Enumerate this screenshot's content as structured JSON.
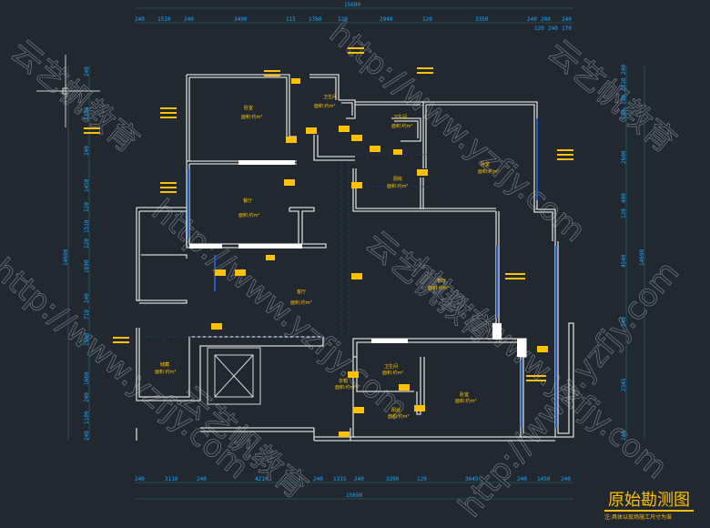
{
  "title": "原始勘测图",
  "subtitle": "注:具体以现场施工尺寸为准",
  "watermarks": [
    "http://www.yzfjy.com",
    "云艺帆教育"
  ],
  "dimensions": {
    "top_total": "15690",
    "top": [
      "240",
      "1510",
      "240",
      "3490",
      "115",
      "1760",
      "120",
      "2940",
      "120",
      "3350",
      "240",
      "120",
      "200",
      "240",
      "240",
      "170"
    ],
    "bottom_total": "15690",
    "bottom": [
      "240",
      "3110",
      "240",
      "4210",
      "240",
      "1315",
      "240",
      "3290",
      "120",
      "3645",
      "240",
      "1450",
      "240"
    ],
    "left_total": "14690",
    "left": [
      "240",
      "2130",
      "240",
      "1450",
      "120",
      "1510",
      "120",
      "1690",
      "240",
      "710",
      "1500",
      "1660",
      "240",
      "1100",
      "240"
    ],
    "right_total": "14690",
    "right": [
      "240",
      "1510",
      "120",
      "250",
      "2600",
      "480",
      "120",
      "4540",
      "240",
      "2345",
      "240"
    ]
  },
  "rooms": [
    {
      "name": "卧室",
      "area": "面积:约m²"
    },
    {
      "name": "卫生间",
      "area": "面积:约m²"
    },
    {
      "name": "卫生间",
      "area": "面积:约m²"
    },
    {
      "name": "卧室",
      "area": "面积:约m²"
    },
    {
      "name": "餐厅",
      "area": "面积:约m²"
    },
    {
      "name": "厨房",
      "area": "面积:约m²"
    },
    {
      "name": "客厅",
      "area": "面积:约m²"
    },
    {
      "name": "客厅",
      "area": "面积:约m²"
    },
    {
      "name": "卫生间",
      "area": "面积:约m²"
    },
    {
      "name": "卧室",
      "area": "面积:约m²"
    },
    {
      "name": "衣帽",
      "area": "面积:约m²"
    },
    {
      "name": "阳台",
      "area": "面积:约m²"
    },
    {
      "name": "储藏",
      "area": "面积:约m²"
    }
  ]
}
